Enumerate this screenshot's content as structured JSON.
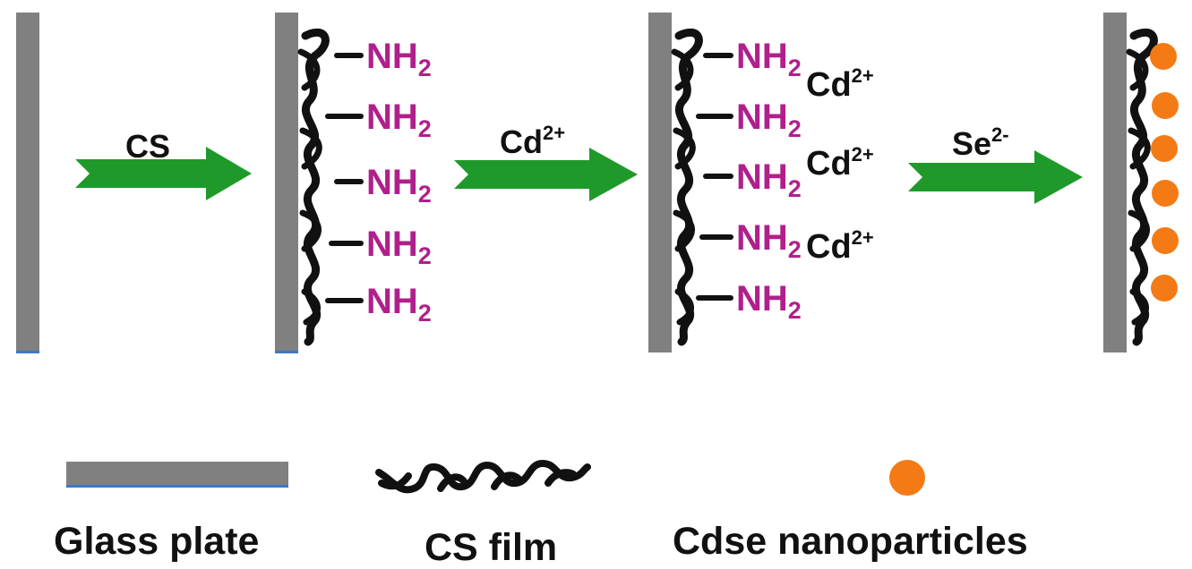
{
  "colors": {
    "glass_plate": "#808080",
    "glass_edge": "#3d78c4",
    "cs_film": "#111111",
    "arrow": "#1f9a2a",
    "amine": "#b01f8c",
    "text": "#111111",
    "nanoparticle": "#f47a16"
  },
  "steps": [
    {
      "reagent_main": "CS",
      "reagent_sup": ""
    },
    {
      "reagent_main": "Cd",
      "reagent_sup": "2+"
    },
    {
      "reagent_main": "Se",
      "reagent_sup": "2-"
    }
  ],
  "amine_group": {
    "main": "NH",
    "sub": "2"
  },
  "cadmium_ion": {
    "main": "Cd",
    "sup": "2+"
  },
  "legend": {
    "glass_plate": "Glass plate",
    "cs_film": "CS film",
    "nanoparticles": "Cdse nanoparticles"
  }
}
